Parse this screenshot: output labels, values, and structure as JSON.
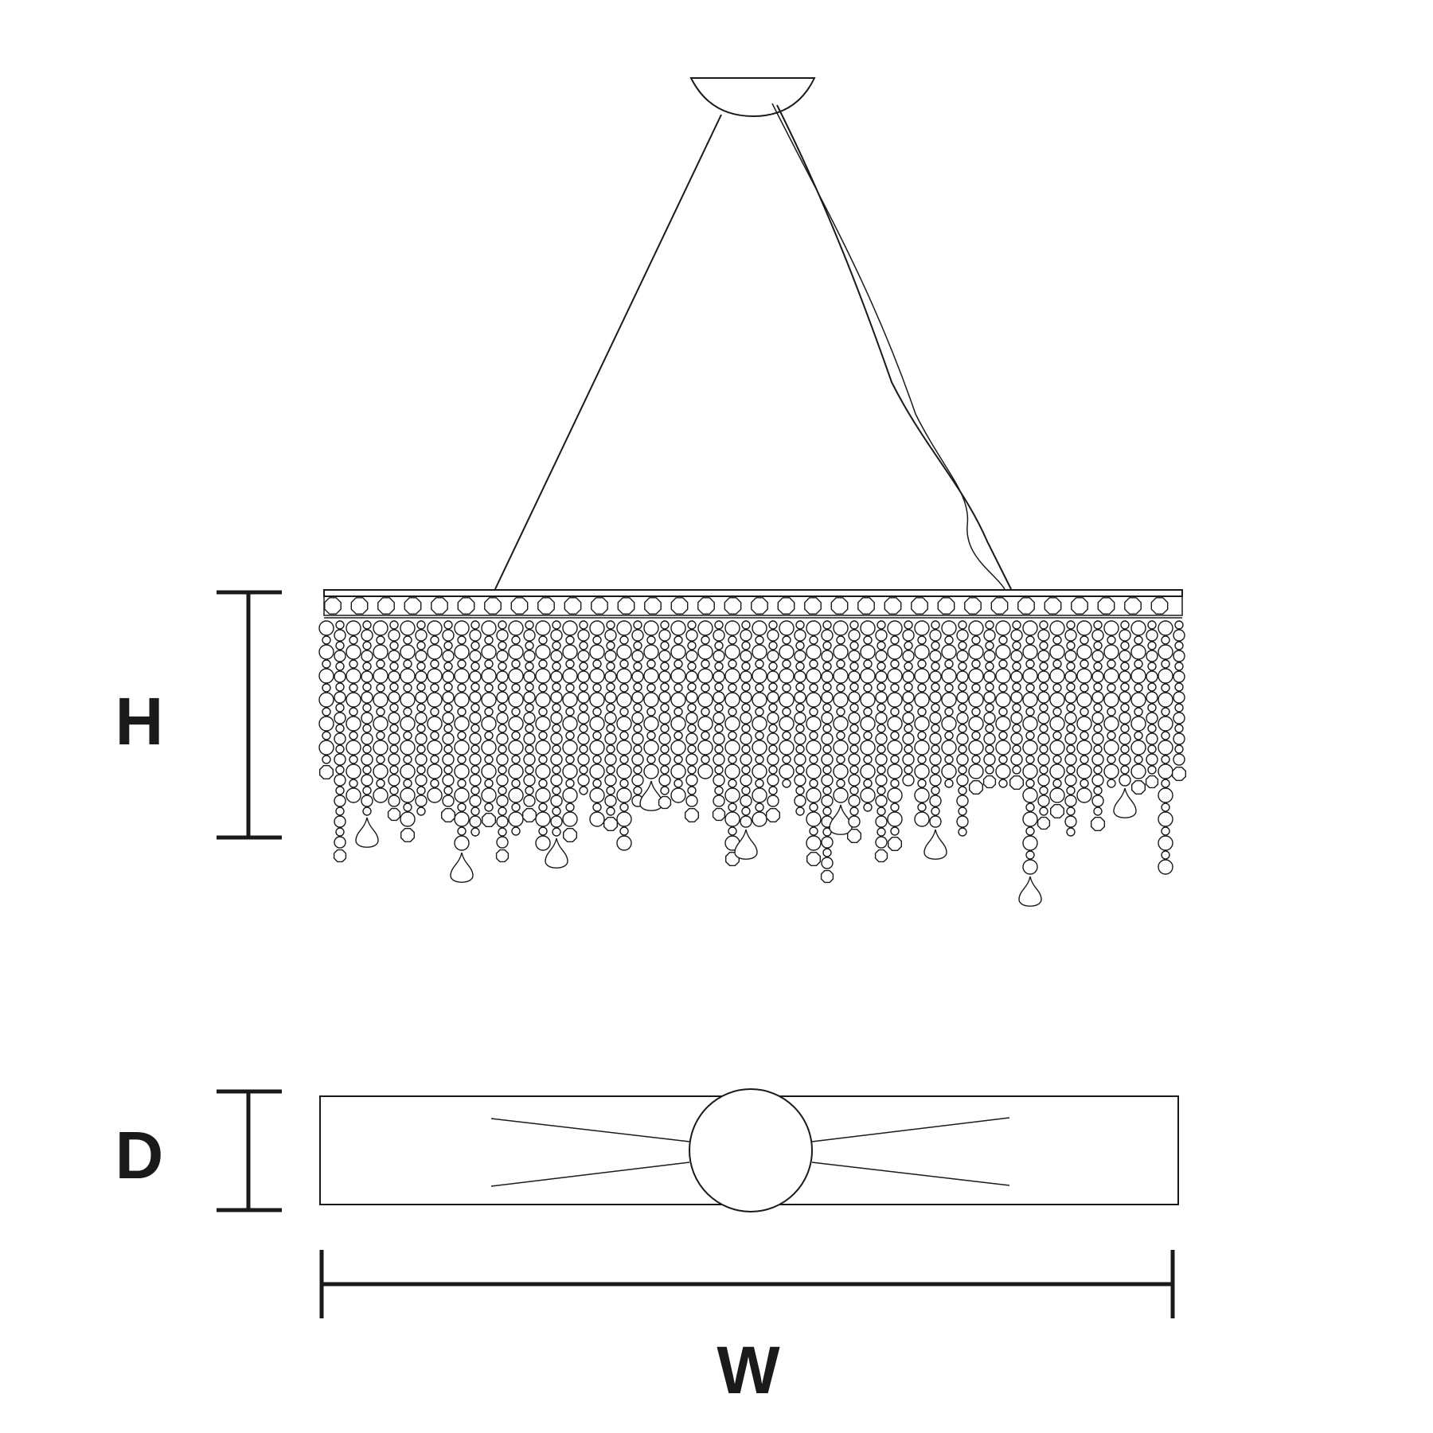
{
  "labels": {
    "height": "H",
    "depth": "D",
    "width": "W"
  },
  "colors": {
    "line": "#1a1a1a",
    "background": "#ffffff"
  }
}
